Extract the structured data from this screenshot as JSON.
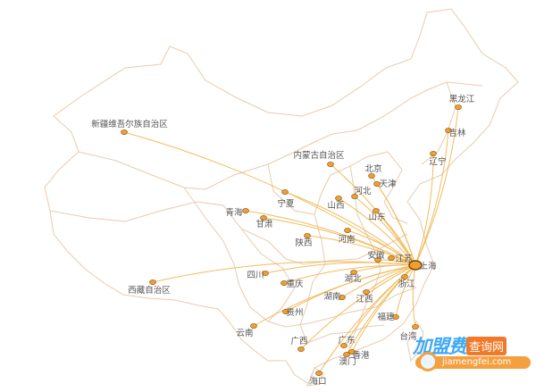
{
  "map": {
    "hub": "上海",
    "line_color": "#f0b040",
    "marker_color": "#f0a030",
    "border_color": "#e8cbb0",
    "cities": [
      {
        "name": "新疆维吾尔族自治区"
      },
      {
        "name": "西藏自治区"
      },
      {
        "name": "内蒙古自治区"
      },
      {
        "name": "黑龙江"
      },
      {
        "name": "吉林"
      },
      {
        "name": "辽宁"
      },
      {
        "name": "北京"
      },
      {
        "name": "天津"
      },
      {
        "name": "河北"
      },
      {
        "name": "宁夏"
      },
      {
        "name": "山西"
      },
      {
        "name": "山东"
      },
      {
        "name": "青海"
      },
      {
        "name": "甘肃"
      },
      {
        "name": "陕西"
      },
      {
        "name": "河南"
      },
      {
        "name": "安徽"
      },
      {
        "name": "江苏"
      },
      {
        "name": "上海"
      },
      {
        "name": "四川"
      },
      {
        "name": "湖北"
      },
      {
        "name": "重庆"
      },
      {
        "name": "浙江"
      },
      {
        "name": "湖南"
      },
      {
        "name": "江西"
      },
      {
        "name": "贵州"
      },
      {
        "name": "福建"
      },
      {
        "name": "云南"
      },
      {
        "name": "台湾"
      },
      {
        "name": "广西"
      },
      {
        "name": "广东"
      },
      {
        "name": "香港"
      },
      {
        "name": "澳门"
      },
      {
        "name": "海口"
      }
    ]
  },
  "watermark": {
    "brand": "加盟费",
    "tag": "查询网",
    "url": "jiamengfei.com"
  }
}
